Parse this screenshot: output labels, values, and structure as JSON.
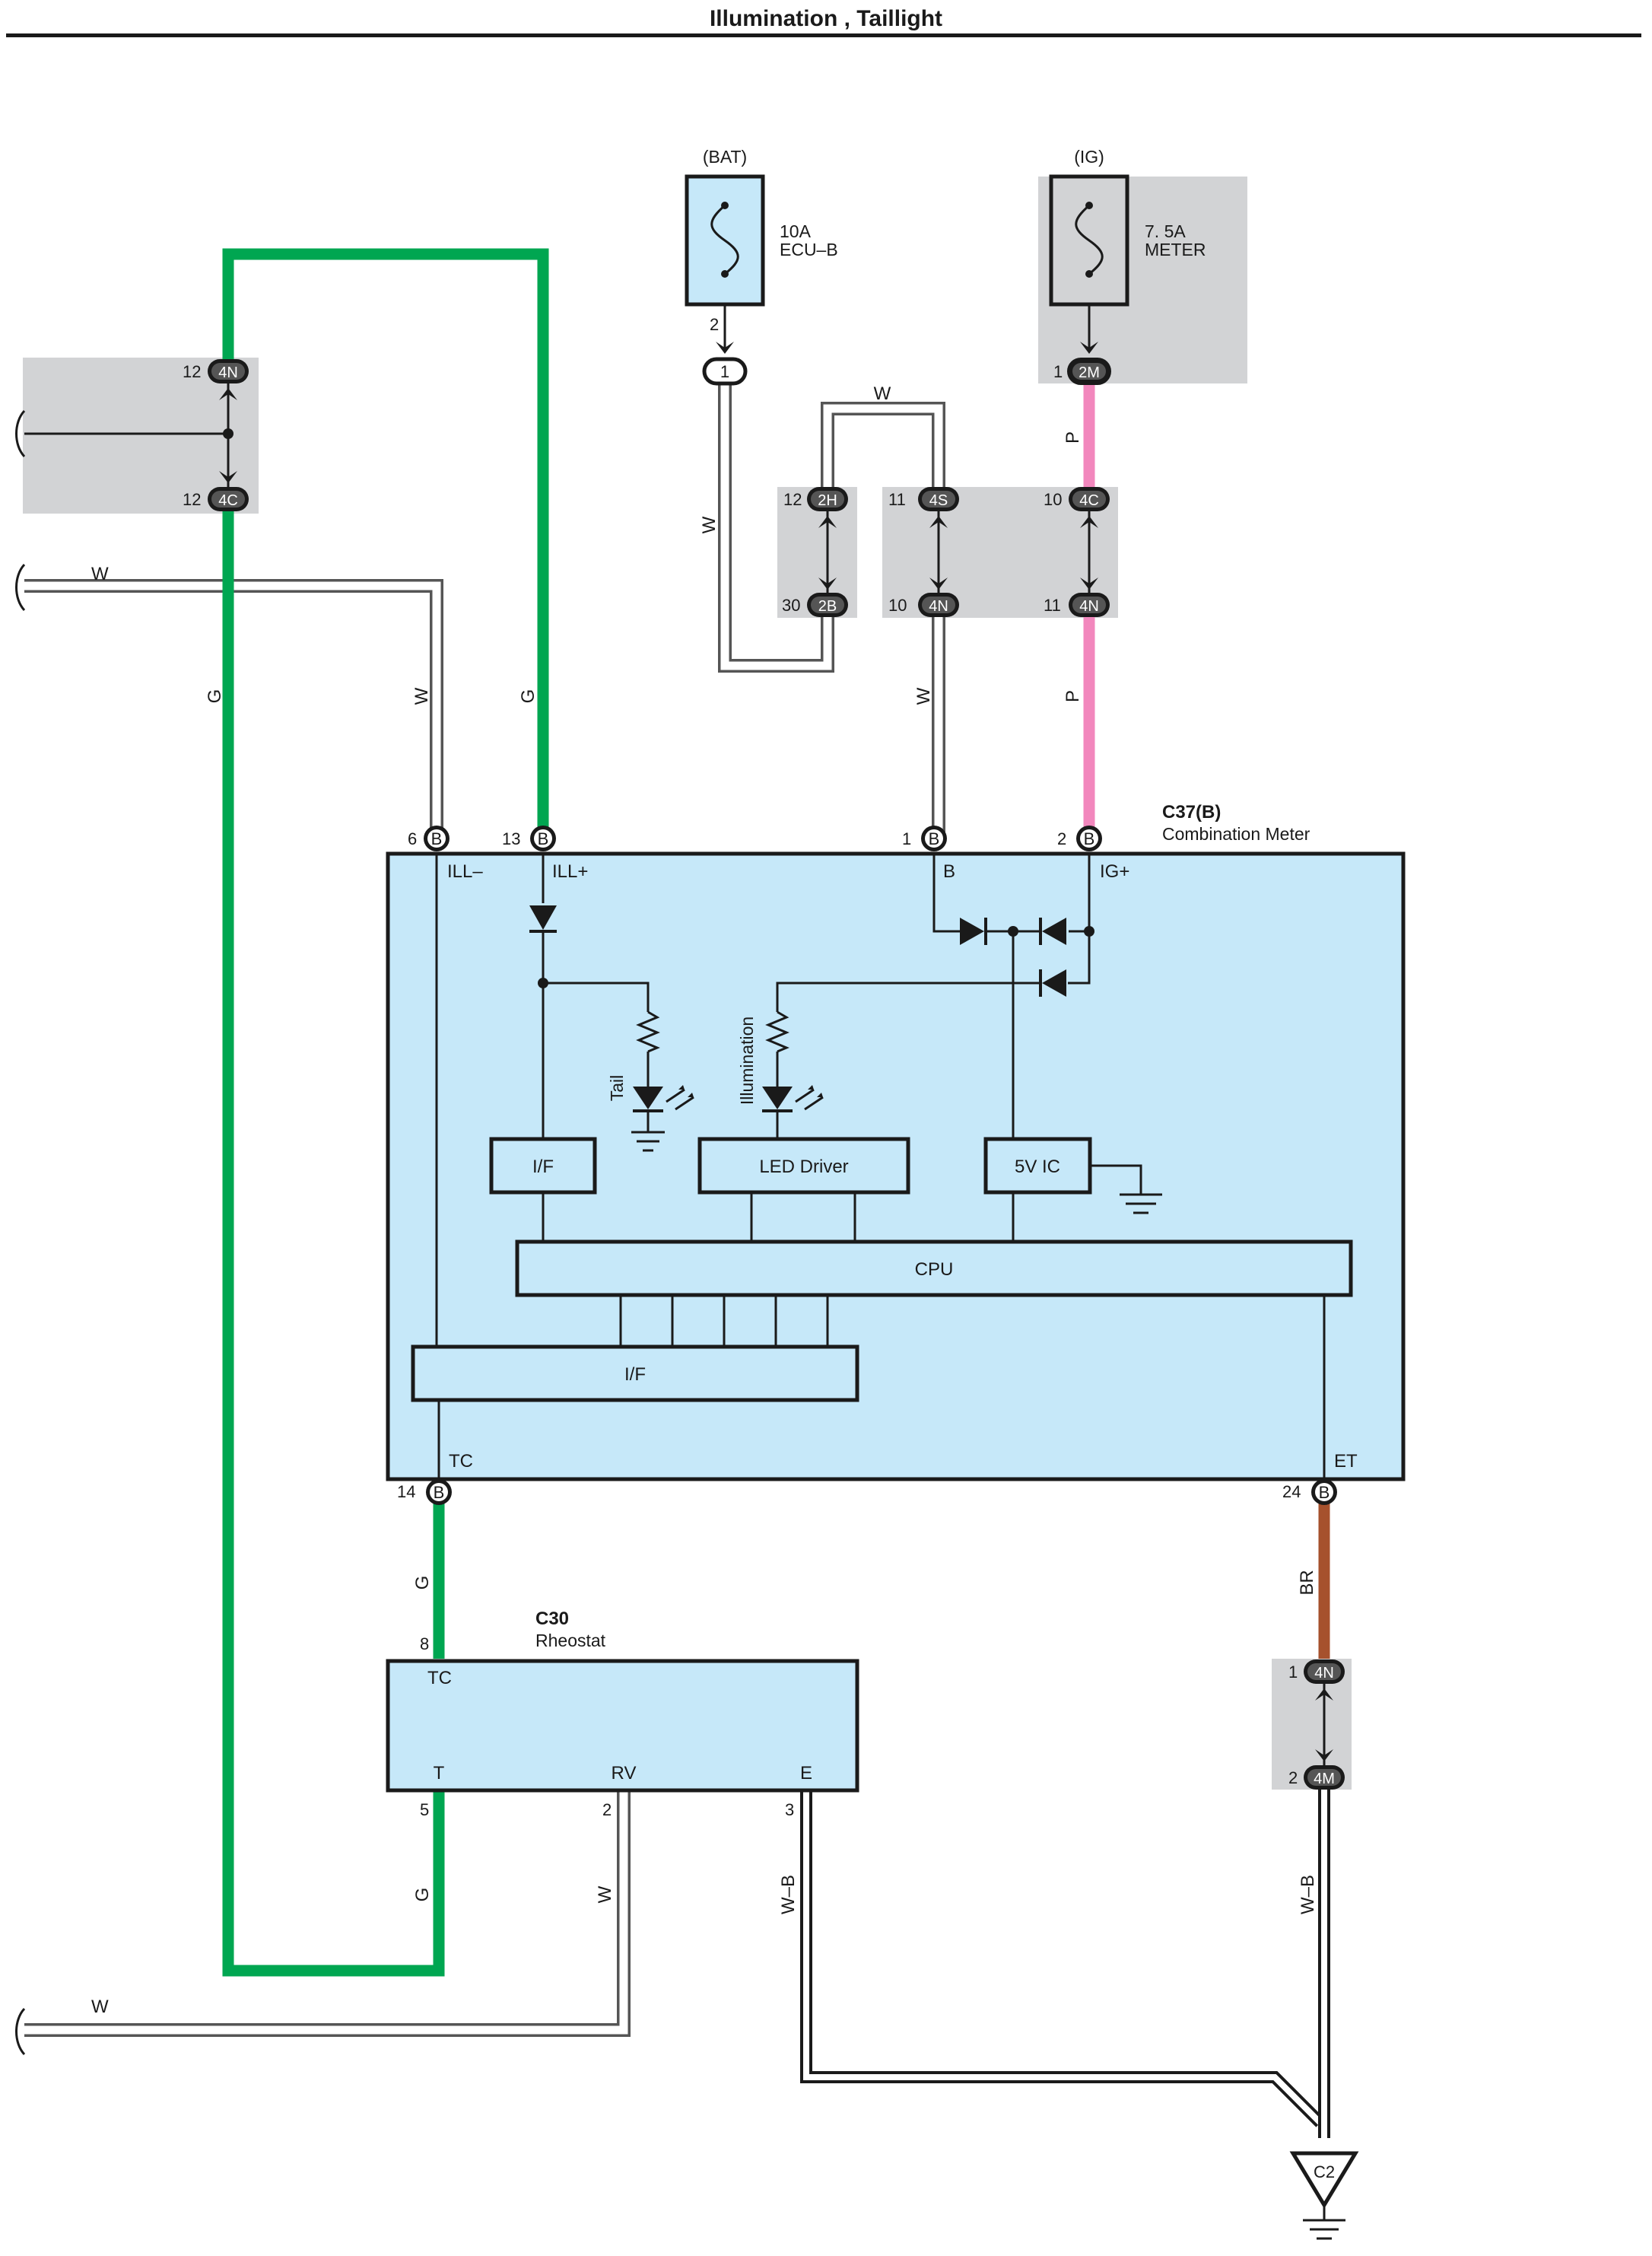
{
  "title": "Illumination , Taillight",
  "sources": {
    "bat": {
      "label": "(BAT)",
      "fuse_rating": "10A",
      "fuse_name": "ECU–B"
    },
    "ig": {
      "label": "(IG)",
      "fuse_rating": "7. 5A",
      "fuse_name": "METER"
    }
  },
  "wire_colors": {
    "W": "W",
    "G": "G",
    "P": "P",
    "BR": "BR",
    "WB": "W–B"
  },
  "connectors": {
    "bat_fuse_pin": "2",
    "bat_fuse_conn": "1",
    "ig_pin": "1",
    "ig_conn": "2M",
    "left_top_pin": "12",
    "left_top_conn": "4N",
    "left_bot_pin": "12",
    "left_bot_conn": "4C",
    "j2h_pin": "12",
    "j2h_conn": "2H",
    "j2b_pin": "30",
    "j2b_conn": "2B",
    "j4s_pin": "11",
    "j4s_conn": "4S",
    "j4n_mid_pin": "10",
    "j4n_mid_conn": "4N",
    "j4c_pin": "10",
    "j4c_conn": "4C",
    "j4n_right_pin": "11",
    "j4n_right_conn": "4N",
    "gnd_top_pin": "1",
    "gnd_top_conn": "4N",
    "gnd_bot_pin": "2",
    "gnd_bot_conn": "4M",
    "ground_point": "C2"
  },
  "meter": {
    "id": "C37(B)",
    "name": "Combination Meter",
    "pins": {
      "ill_minus_num": "6",
      "ill_plus_num": "13",
      "b_num": "1",
      "igp_num": "2",
      "tc_num": "14",
      "et_num": "24",
      "conn": "B"
    },
    "pin_labels": {
      "ill_minus": "ILL–",
      "ill_plus": "ILL+",
      "b": "B",
      "ig_plus": "IG+",
      "tc": "TC",
      "et": "ET"
    },
    "blocks": {
      "if_top": "I/F",
      "led_driver": "LED Driver",
      "vic": "5V IC",
      "cpu": "CPU",
      "if_bottom": "I/F"
    },
    "leds": {
      "tail": "Tail",
      "illumination": "Illumination"
    }
  },
  "rheostat": {
    "id": "C30",
    "name": "Rheostat",
    "pins": {
      "tc_num": "8",
      "t_num": "5",
      "rv_num": "2",
      "e_num": "3"
    },
    "pin_labels": {
      "tc": "TC",
      "t": "T",
      "rv": "RV",
      "e": "E"
    }
  }
}
